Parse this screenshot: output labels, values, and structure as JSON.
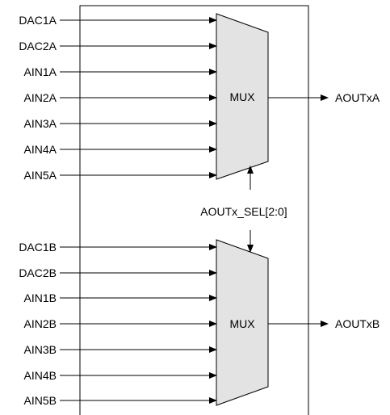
{
  "mux_a": {
    "inputs": [
      "DAC1A",
      "DAC2A",
      "AIN1A",
      "AIN2A",
      "AIN3A",
      "AIN4A",
      "AIN5A"
    ],
    "label": "MUX",
    "output": "AOUTxA"
  },
  "mux_b": {
    "inputs": [
      "DAC1B",
      "DAC2B",
      "AIN1B",
      "AIN2B",
      "AIN3B",
      "AIN4B",
      "AIN5B"
    ],
    "label": "MUX",
    "output": "AOUTxB"
  },
  "select_signal": "AOUTx_SEL[2:0]",
  "colors": {
    "mux_fill": "#e3e3e3",
    "line": "#000000"
  }
}
